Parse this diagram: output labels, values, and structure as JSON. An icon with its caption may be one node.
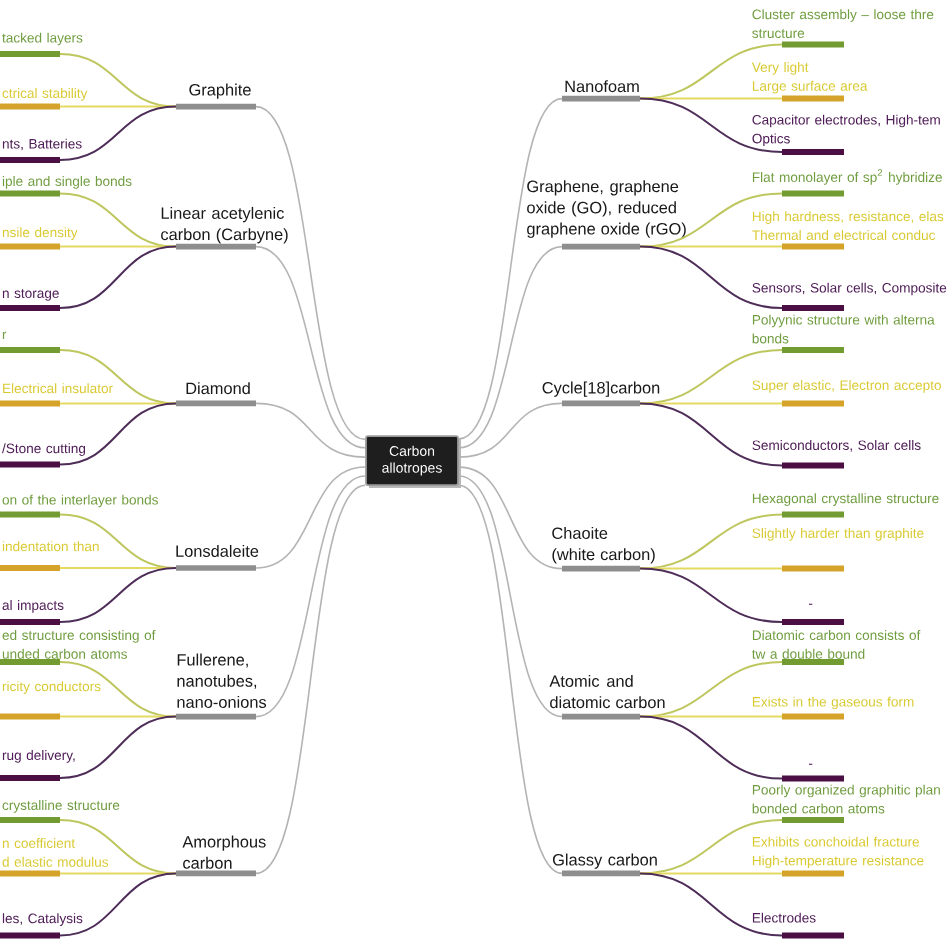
{
  "diagram": {
    "nodes": [
      {
        "text": [
          "Carbon allotropes"
        ]
      },
      {
        "text": [
          "Graphite"
        ]
      },
      {
        "text": [
          "tacked layers"
        ]
      },
      {
        "text": [
          "ctrical stability"
        ]
      },
      {
        "text": [
          "nts, Batteries"
        ]
      },
      {
        "text": [
          "Linear acetylenic carbon (Carbyne)"
        ]
      },
      {
        "text": [
          "iple and single bonds"
        ]
      },
      {
        "text": [
          "nsile density"
        ]
      },
      {
        "text": [
          "n storage"
        ]
      },
      {
        "text": [
          "Diamond"
        ]
      },
      {
        "text": [
          "r"
        ]
      },
      {
        "text": [
          "Electrical insulator"
        ]
      },
      {
        "text": [
          "/Stone cutting"
        ]
      },
      {
        "text": [
          "Lonsdaleite"
        ]
      },
      {
        "text": [
          "on of the interlayer bonds"
        ]
      },
      {
        "text": [
          "indentation than"
        ]
      },
      {
        "text": [
          "al impacts"
        ]
      },
      {
        "text": [
          "Fullerene, nanotubes, nano-onions"
        ]
      },
      {
        "text": [
          "ed structure consisting of unded carbon atoms"
        ]
      },
      {
        "text": [
          "ricity conductors"
        ]
      },
      {
        "text": [
          "rug delivery,"
        ]
      },
      {
        "text": [
          "Amorphous carbon"
        ]
      },
      {
        "text": [
          "crystalline structure"
        ]
      },
      {
        "text": [
          "n coefficient",
          "d elastic modulus"
        ]
      },
      {
        "text": [
          "les, Catalysis"
        ]
      },
      {
        "text": [
          "Nanofoam"
        ]
      },
      {
        "text": [
          "Cluster assembly – loose thre structure"
        ]
      },
      {
        "text": [
          "Very light",
          "Large surface area"
        ]
      },
      {
        "text": [
          "Capacitor electrodes, High-tem Optics"
        ]
      },
      {
        "text": [
          "Graphene, graphene oxide (GO), reduced graphene oxide (rGO)"
        ]
      },
      {
        "text": [
          "Flat monolayer of sp$^{2}$ hybridize"
        ]
      },
      {
        "text": [
          "High hardness, resistance, elas",
          "Thermal and electrical conduc"
        ]
      },
      {
        "text": [
          "Sensors, Solar cells, Composite"
        ]
      },
      {
        "text": [
          "Cycle[18]carbon"
        ]
      },
      {
        "text": [
          "Polyynic structure with alterna bonds"
        ]
      },
      {
        "text": [
          "Super elastic, Electron accepto"
        ]
      },
      {
        "text": [
          "Semiconductors, Solar cells"
        ]
      },
      {
        "text": [
          "Chaoite (white carbon)"
        ]
      },
      {
        "text": [
          "Hexagonal crystalline structure"
        ]
      },
      {
        "text": [
          "Slightly harder than graphite"
        ]
      },
      {
        "text": [
          "-"
        ]
      },
      {
        "text": [
          "Atomic and diatomic carbon"
        ]
      },
      {
        "text": [
          "Diatomic carbon consists of tw a double bound"
        ]
      },
      {
        "text": [
          "Exists in the gaseous form"
        ]
      },
      {
        "text": [
          "-"
        ]
      },
      {
        "text": [
          "Glassy carbon"
        ]
      },
      {
        "text": [
          "Poorly organized graphitic plan bonded carbon atoms"
        ]
      },
      {
        "text": [
          "Exhibits conchoidal fracture",
          "High-temperature resistance"
        ]
      },
      {
        "text": [
          "Electrodes"
        ]
      }
    ],
    "edges": [
      {
        "from": 0,
        "to": 1,
        "arrow": "none",
        "color": "#b4b4b4"
      },
      {
        "from": 1,
        "to": 2,
        "arrow": "none",
        "color": "#bec65e"
      },
      {
        "from": 1,
        "to": 3,
        "arrow": "none",
        "color": "#e4da62"
      },
      {
        "from": 1,
        "to": 4,
        "arrow": "none",
        "color": "#4e2d58"
      },
      {
        "from": 0,
        "to": 5,
        "arrow": "none",
        "color": "#b4b4b4"
      },
      {
        "from": 5,
        "to": 6,
        "arrow": "none",
        "color": "#bec65e"
      },
      {
        "from": 5,
        "to": 7,
        "arrow": "none",
        "color": "#e4da62"
      },
      {
        "from": 5,
        "to": 8,
        "arrow": "none",
        "color": "#4e2d58"
      },
      {
        "from": 0,
        "to": 9,
        "arrow": "none",
        "color": "#b4b4b4"
      },
      {
        "from": 9,
        "to": 10,
        "arrow": "none",
        "color": "#bec65e"
      },
      {
        "from": 9,
        "to": 11,
        "arrow": "none",
        "color": "#e4da62"
      },
      {
        "from": 9,
        "to": 12,
        "arrow": "none",
        "color": "#4e2d58"
      },
      {
        "from": 0,
        "to": 13,
        "arrow": "none",
        "color": "#b4b4b4"
      },
      {
        "from": 13,
        "to": 14,
        "arrow": "none",
        "color": "#bec65e"
      },
      {
        "from": 13,
        "to": 15,
        "arrow": "none",
        "color": "#e4da62"
      },
      {
        "from": 13,
        "to": 16,
        "arrow": "none",
        "color": "#4e2d58"
      },
      {
        "from": 0,
        "to": 17,
        "arrow": "none",
        "color": "#b4b4b4"
      },
      {
        "from": 17,
        "to": 18,
        "arrow": "none",
        "color": "#bec65e"
      },
      {
        "from": 17,
        "to": 19,
        "arrow": "none",
        "color": "#e4da62"
      },
      {
        "from": 17,
        "to": 20,
        "arrow": "none",
        "color": "#4e2d58"
      },
      {
        "from": 0,
        "to": 21,
        "arrow": "none",
        "color": "#b4b4b4"
      },
      {
        "from": 21,
        "to": 22,
        "arrow": "none",
        "color": "#bec65e"
      },
      {
        "from": 21,
        "to": 23,
        "arrow": "none",
        "color": "#e4da62"
      },
      {
        "from": 21,
        "to": 24,
        "arrow": "none",
        "color": "#4e2d58"
      },
      {
        "from": 0,
        "to": 25,
        "arrow": "none",
        "color": "#b4b4b4"
      },
      {
        "from": 25,
        "to": 26,
        "arrow": "none",
        "color": "#bec65e"
      },
      {
        "from": 25,
        "to": 27,
        "arrow": "none",
        "color": "#e4da62"
      },
      {
        "from": 25,
        "to": 28,
        "arrow": "none",
        "color": "#4e2d58"
      },
      {
        "from": 0,
        "to": 29,
        "arrow": "none",
        "color": "#b4b4b4"
      },
      {
        "from": 29,
        "to": 30,
        "arrow": "none",
        "color": "#bec65e"
      },
      {
        "from": 29,
        "to": 31,
        "arrow": "none",
        "color": "#e4da62"
      },
      {
        "from": 29,
        "to": 32,
        "arrow": "none",
        "color": "#4e2d58"
      },
      {
        "from": 0,
        "to": 33,
        "arrow": "none",
        "color": "#b4b4b4"
      },
      {
        "from": 33,
        "to": 34,
        "arrow": "none",
        "color": "#bec65e"
      },
      {
        "from": 33,
        "to": 35,
        "arrow": "none",
        "color": "#e4da62"
      },
      {
        "from": 33,
        "to": 36,
        "arrow": "none",
        "color": "#4e2d58"
      },
      {
        "from": 0,
        "to": 37,
        "arrow": "none",
        "color": "#b4b4b4"
      },
      {
        "from": 37,
        "to": 38,
        "arrow": "none",
        "color": "#bec65e"
      },
      {
        "from": 37,
        "to": 39,
        "arrow": "none",
        "color": "#e4da62"
      },
      {
        "from": 37,
        "to": 40,
        "arrow": "none",
        "color": "#4e2d58"
      },
      {
        "from": 0,
        "to": 41,
        "arrow": "none",
        "color": "#b4b4b4"
      },
      {
        "from": 41,
        "to": 42,
        "arrow": "none",
        "color": "#bec65e"
      },
      {
        "from": 41,
        "to": 43,
        "arrow": "none",
        "color": "#e4da62"
      },
      {
        "from": 41,
        "to": 44,
        "arrow": "none",
        "color": "#4e2d58"
      },
      {
        "from": 0,
        "to": 45,
        "arrow": "none",
        "color": "#b4b4b4"
      },
      {
        "from": 45,
        "to": 46,
        "arrow": "none",
        "color": "#bec65e"
      },
      {
        "from": 45,
        "to": 47,
        "arrow": "none",
        "color": "#e4da62"
      },
      {
        "from": 45,
        "to": 48,
        "arrow": "none",
        "color": "#4e2d58"
      }
    ]
  }
}
